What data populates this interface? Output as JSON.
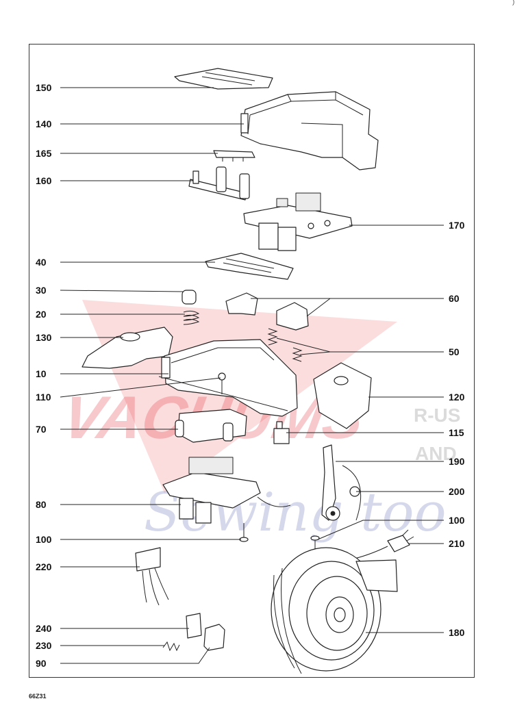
{
  "diagram": {
    "doc_code": "66Z31",
    "corner_mark": ")",
    "watermark": {
      "line1": "VACUUMS",
      "line2": "R-US",
      "line3": "AND",
      "line4": "Sewing too",
      "primary_color": "#e8404a",
      "secondary_color": "#8a8fc8"
    },
    "labels_left": [
      "150",
      "140",
      "165",
      "160",
      "40",
      "30",
      "20",
      "130",
      "10",
      "110",
      "70",
      "80",
      "100",
      "220",
      "240",
      "230",
      "90"
    ],
    "labels_right": [
      "170",
      "60",
      "50",
      "120",
      "115",
      "190",
      "200",
      "100",
      "210",
      "180"
    ]
  }
}
